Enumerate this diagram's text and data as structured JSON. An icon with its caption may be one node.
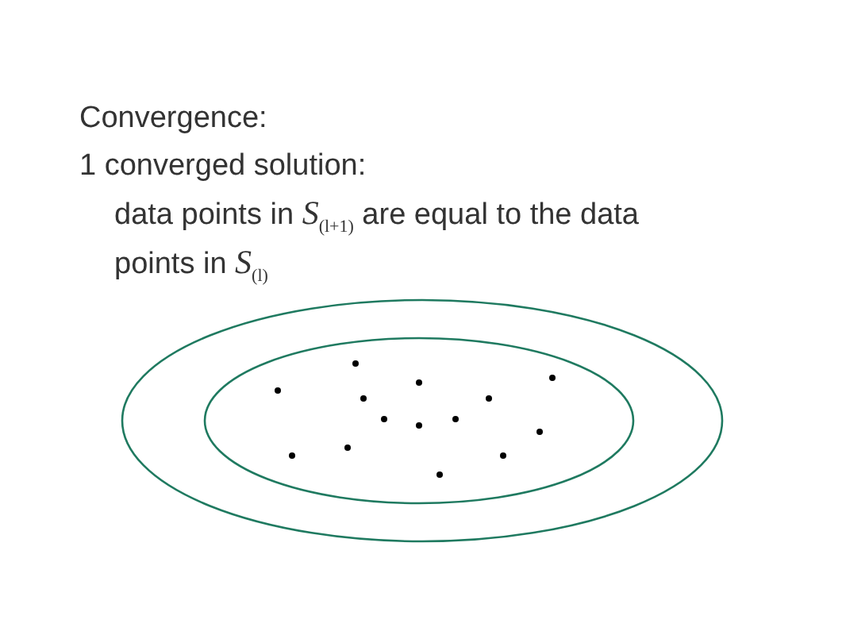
{
  "diagram": {
    "nodes": [
      {
        "text": [],
        "shape": "ellipse"
      },
      {
        "text": [],
        "shape": "ellipse",
        "in": 0
      }
    ],
    "edges": [],
    "labels": [
      "Convergence:",
      "1 converged solution:",
      "data points in *S*$_{(l+1)}$ are equal to the data points in *S*$_{(l)}$"
    ]
  }
}
